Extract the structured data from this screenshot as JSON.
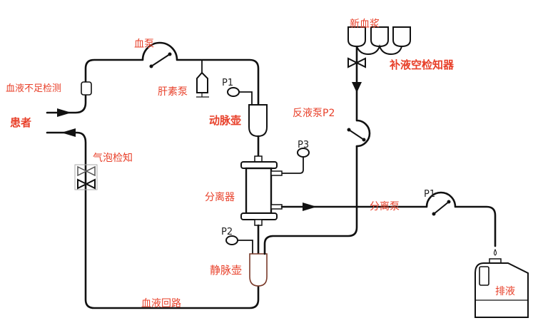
{
  "diagram": {
    "labels": {
      "blood_pump": "血泵",
      "blood_shortage_detect": "血液不足检测",
      "heparin_pump": "肝素泵",
      "patient": "患者",
      "arterial_chamber": "动脉壶",
      "bubble_detect": "气泡检知",
      "separator": "分离器",
      "venous_chamber": "静脉壶",
      "blood_circuit": "血液回路",
      "fresh_plasma": "新血浆",
      "replacement_empty_detector": "补液空检知器",
      "return_pump": "反液泵P2",
      "separation_pump": "分离泵",
      "waste": "排液"
    },
    "pressure": {
      "p1": "P1",
      "p2": "P2",
      "p3": "P3",
      "pump_p1": "P1"
    },
    "colors": {
      "label": "#e8402a",
      "line": "#111111",
      "venous_chamber": "#7a3a2a"
    }
  }
}
